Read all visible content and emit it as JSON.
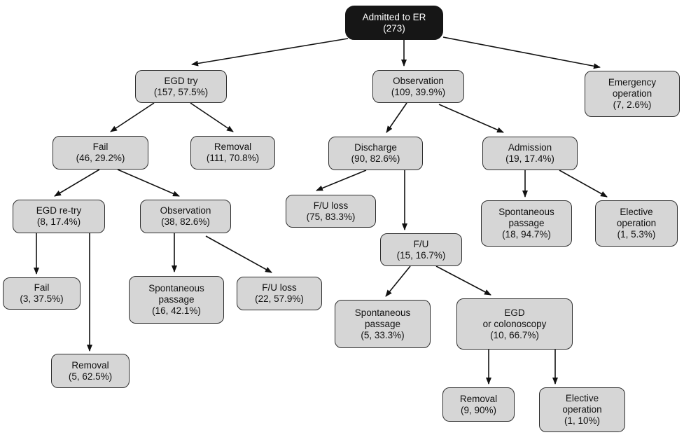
{
  "diagram": {
    "type": "flowchart",
    "root_id": "admitted",
    "nodes": {
      "admitted": {
        "lines": [
          "Admitted to ER",
          "(273)"
        ]
      },
      "egd_try": {
        "lines": [
          "EGD try",
          "(157, 57.5%)"
        ]
      },
      "observation1": {
        "lines": [
          "Observation",
          "(109, 39.9%)"
        ]
      },
      "emergency_op": {
        "lines": [
          "Emergency",
          "operation",
          "(7, 2.6%)"
        ]
      },
      "fail1": {
        "lines": [
          "Fail",
          "(46, 29.2%)"
        ]
      },
      "removal1": {
        "lines": [
          "Removal",
          "(111, 70.8%)"
        ]
      },
      "discharge": {
        "lines": [
          "Discharge",
          "(90, 82.6%)"
        ]
      },
      "admission": {
        "lines": [
          "Admission",
          "(19, 17.4%)"
        ]
      },
      "egd_retry": {
        "lines": [
          "EGD re-try",
          "(8, 17.4%)"
        ]
      },
      "observation2": {
        "lines": [
          "Observation",
          "(38, 82.6%)"
        ]
      },
      "fu_loss1": {
        "lines": [
          "F/U loss",
          "(75, 83.3%)"
        ]
      },
      "spont_passage1": {
        "lines": [
          "Spontaneous",
          "passage",
          "(18, 94.7%)"
        ]
      },
      "elective_op1": {
        "lines": [
          "Elective",
          "operation",
          "(1, 5.3%)"
        ]
      },
      "fu": {
        "lines": [
          "F/U",
          "(15, 16.7%)"
        ]
      },
      "fail2": {
        "lines": [
          "Fail",
          "(3, 37.5%)"
        ]
      },
      "spont_passage2": {
        "lines": [
          "Spontaneous",
          "passage",
          "(16, 42.1%)"
        ]
      },
      "fu_loss2": {
        "lines": [
          "F/U loss",
          "(22, 57.9%)"
        ]
      },
      "spont_passage3": {
        "lines": [
          "Spontaneous",
          "passage",
          "(5, 33.3%)"
        ]
      },
      "egd_colonoscopy": {
        "lines": [
          "EGD",
          "or colonoscopy",
          "(10, 66.7%)"
        ]
      },
      "removal2": {
        "lines": [
          "Removal",
          "(5, 62.5%)"
        ]
      },
      "removal3": {
        "lines": [
          "Removal",
          "(9, 90%)"
        ]
      },
      "elective_op2": {
        "lines": [
          "Elective",
          "operation",
          "(1, 10%)"
        ]
      }
    },
    "edges": [
      {
        "from": "admitted",
        "to": "egd_try"
      },
      {
        "from": "admitted",
        "to": "observation1"
      },
      {
        "from": "admitted",
        "to": "emergency_op"
      },
      {
        "from": "egd_try",
        "to": "fail1"
      },
      {
        "from": "egd_try",
        "to": "removal1"
      },
      {
        "from": "observation1",
        "to": "discharge"
      },
      {
        "from": "observation1",
        "to": "admission"
      },
      {
        "from": "fail1",
        "to": "egd_retry"
      },
      {
        "from": "fail1",
        "to": "observation2"
      },
      {
        "from": "egd_retry",
        "to": "fail2"
      },
      {
        "from": "egd_retry",
        "to": "removal2"
      },
      {
        "from": "observation2",
        "to": "spont_passage2"
      },
      {
        "from": "observation2",
        "to": "fu_loss2"
      },
      {
        "from": "discharge",
        "to": "fu_loss1"
      },
      {
        "from": "discharge",
        "to": "fu"
      },
      {
        "from": "admission",
        "to": "spont_passage1"
      },
      {
        "from": "admission",
        "to": "elective_op1"
      },
      {
        "from": "fu",
        "to": "spont_passage3"
      },
      {
        "from": "fu",
        "to": "egd_colonoscopy"
      },
      {
        "from": "egd_colonoscopy",
        "to": "removal3"
      },
      {
        "from": "egd_colonoscopy",
        "to": "elective_op2"
      }
    ],
    "colors": {
      "node_fill": "#d6d6d6",
      "node_border": "#2e2e2e",
      "root_fill": "#161616",
      "root_text": "#ffffff",
      "arrow": "#111111",
      "background": "#ffffff"
    }
  }
}
